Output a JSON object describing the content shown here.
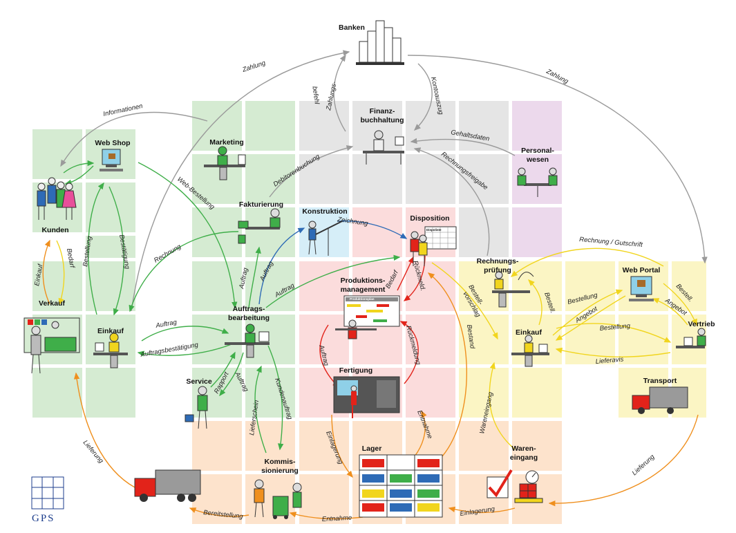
{
  "colors": {
    "green": "#d5ebd2",
    "grey": "#e5e5e5",
    "pink": "#fbdcdc",
    "peach": "#fde3cc",
    "yellow": "#fbf5c4",
    "lilac": "#ecd9ec",
    "light_blue": "#d6eef8",
    "arrow_grey": "#9a9a9a",
    "arrow_green": "#3fae49",
    "arrow_orange": "#ef8f1d",
    "arrow_yellow": "#f1d51e",
    "arrow_red": "#e2231a",
    "arrow_blue": "#2e6bb6",
    "gps_blue": "#1c3d8c"
  },
  "nodes": {
    "banken": "Banken",
    "finanzbuchhaltung_1": "Finanz-",
    "finanzbuchhaltung_2": "buchhaltung",
    "marketing": "Marketing",
    "webshop": "Web Shop",
    "kunden": "Kunden",
    "verkauf": "Verkauf",
    "einkauf_left": "Einkauf",
    "fakturierung": "Fakturierung",
    "konstruktion": "Konstruktion",
    "disposition": "Disposition",
    "personalwesen_1": "Personal-",
    "personalwesen_2": "wesen",
    "rechnungspruefung_1": "Rechnungs-",
    "rechnungspruefung_2": "prüfung",
    "webportal": "Web Portal",
    "vertrieb": "Vertrieb",
    "einkauf_right": "Einkauf",
    "transport": "Transport",
    "produktionsmanagement_1": "Produktions-",
    "produktionsmanagement_2": "management",
    "auftragsbearbeitung_1": "Auftrags-",
    "auftragsbearbeitung_2": "bearbeitung",
    "service": "Service",
    "fertigung": "Fertigung",
    "lager": "Lager",
    "kommissionierung_1": "Kommis-",
    "kommissionierung_2": "sionierung",
    "wareneingang_1": "Waren-",
    "wareneingang_2": "eingang",
    "produktionsplan": "Produktionsplan",
    "dispoliste": "Dispoliste"
  },
  "flows": {
    "zahlung_left": "Zahlung",
    "zahlung_right": "Zahlung",
    "zahlungs_befehl_1": "Zahlungs-",
    "zahlungs_befehl_2": "befehl",
    "kontoauszug": "Kontoauszug",
    "informationen": "Informationen",
    "debitorenbuchung": "Debitorenbuchung",
    "gehaltsdaten": "Gehaltsdaten",
    "rechnungsfreigabe": "Rechnungsfreigabe",
    "web_bestellung": "Web-Bestellung",
    "rechnung": "Rechnung",
    "zeichnung": "Zeichnung",
    "rechnung_gutschrift": "Rechnung / Gutschrift",
    "bestellung_left": "Bestellung",
    "bestaetigung": "Bestätigung",
    "einkauf_flow": "Einkauf",
    "bedarf_left": "Bedarf",
    "auftrag_fakt": "Auftrag",
    "auftrag_blue": "Auftrag",
    "auftrag_green": "Auftrag",
    "bedarf_prod": "Bedarf",
    "rueckmeld_short": "Rückmeld.",
    "bestellvorschlag_1": "Bestell-",
    "bestellvorschlag_2": "vorschlag",
    "bestand": "Bestand",
    "bestellung_webportal": "Bestellung",
    "angebot_webportal": "Angebot",
    "bestell_vertrieb": "Bestell.",
    "angebot_vertrieb": "Angebot",
    "bestell_einkauf": "Bestell.",
    "bestellung_vertrieb": "Bestellung",
    "lieferavis": "Lieferavis",
    "auftrag_left": "Auftrag",
    "auftragsbestaetigung": "Auftragsbestätigung",
    "auftrag_fertigung": "Auftrag",
    "rueckmeldung": "Rückmeldung",
    "rapport": "Rapport",
    "auftrag_service": "Auftrag",
    "kundenauftrag": "Kundenauftrag",
    "lieferschein": "Lieferschein",
    "wareneingang_flow": "Wareneingang",
    "entnahme_fertigung": "Entnahme",
    "einlagerung_fertigung": "Einlagerung",
    "lieferung_left": "Lieferung",
    "lieferung_right": "Lieferung",
    "bereitstellung": "Bereitstellung",
    "entnahme_lager": "Entnahme",
    "einlagerung_lager": "Einlagerung"
  },
  "logo": {
    "text": "GPS"
  }
}
